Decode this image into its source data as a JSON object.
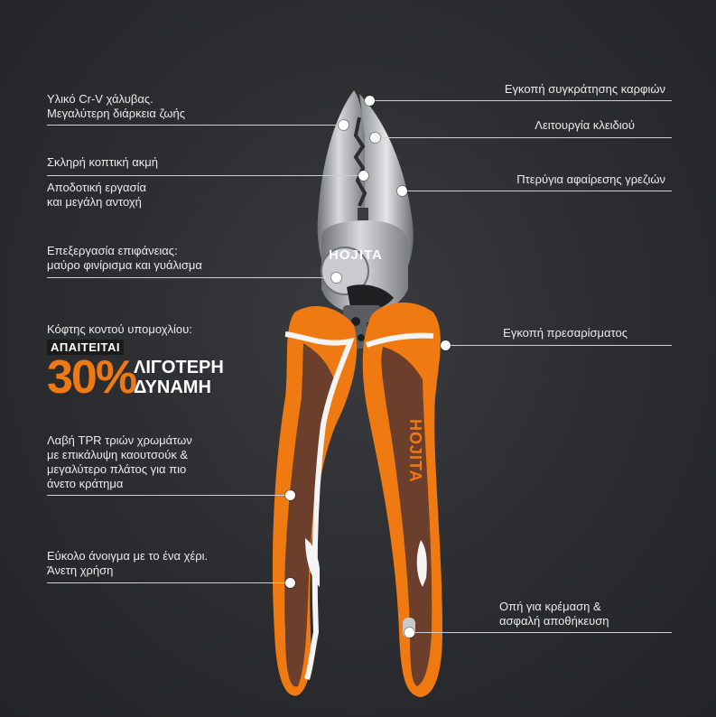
{
  "brand": "HOJITA",
  "promo": {
    "top": "ΑΠΑΙΤΕΙΤΑΙ",
    "percent": "30%",
    "line1": "ΛΙΓΟΤΕΡΗ",
    "line2": "ΔΥΝΑΜΗ"
  },
  "left_callouts": [
    {
      "id": "material",
      "lines": [
        "Υλικό Cr-V χάλυβας.",
        "Μεγαλύτερη διάρκεια ζωής"
      ]
    },
    {
      "id": "edge",
      "lines": [
        "Σκληρή κοπτική ακμή"
      ]
    },
    {
      "id": "efficient",
      "lines": [
        "Αποδοτική εργασία",
        "και μεγάλη αντοχή"
      ]
    },
    {
      "id": "surface",
      "lines": [
        "Επεξεργασία επιφάνειας:",
        "μαύρο φινίρισμα και γυάλισμα"
      ]
    },
    {
      "id": "cutter",
      "lines": [
        "Κόφτης κοντού υπομοχλίου:"
      ]
    },
    {
      "id": "grip",
      "lines": [
        "Λαβή TPR τριών χρωμάτων",
        "με επικάλυψη καουτσούκ &",
        "μεγαλύτερο πλάτος για πιο",
        "άνετο κράτημα"
      ]
    },
    {
      "id": "opening",
      "lines": [
        "Εύκολο άνοιγμα με το ένα χέρι.",
        "Άνετη χρήση"
      ]
    }
  ],
  "right_callouts": [
    {
      "id": "nail",
      "lines": [
        "Εγκοπή συγκράτησης καρφιών"
      ]
    },
    {
      "id": "wrench",
      "lines": [
        "Λειτουργία κλειδιού"
      ]
    },
    {
      "id": "burr",
      "lines": [
        "Πτερύγια αφαίρεσης γρεζιών"
      ]
    },
    {
      "id": "crimp",
      "lines": [
        "Εγκοπή πρεσαρίσματος"
      ]
    },
    {
      "id": "hang",
      "lines": [
        "Οπή για κρέμαση &",
        "ασφαλή αποθήκευση"
      ]
    }
  ],
  "colors": {
    "orange": "#f07a12",
    "handle_dark": "#6b3f2c",
    "steel": "#b9bcc0",
    "line": "#cfcfcf"
  }
}
